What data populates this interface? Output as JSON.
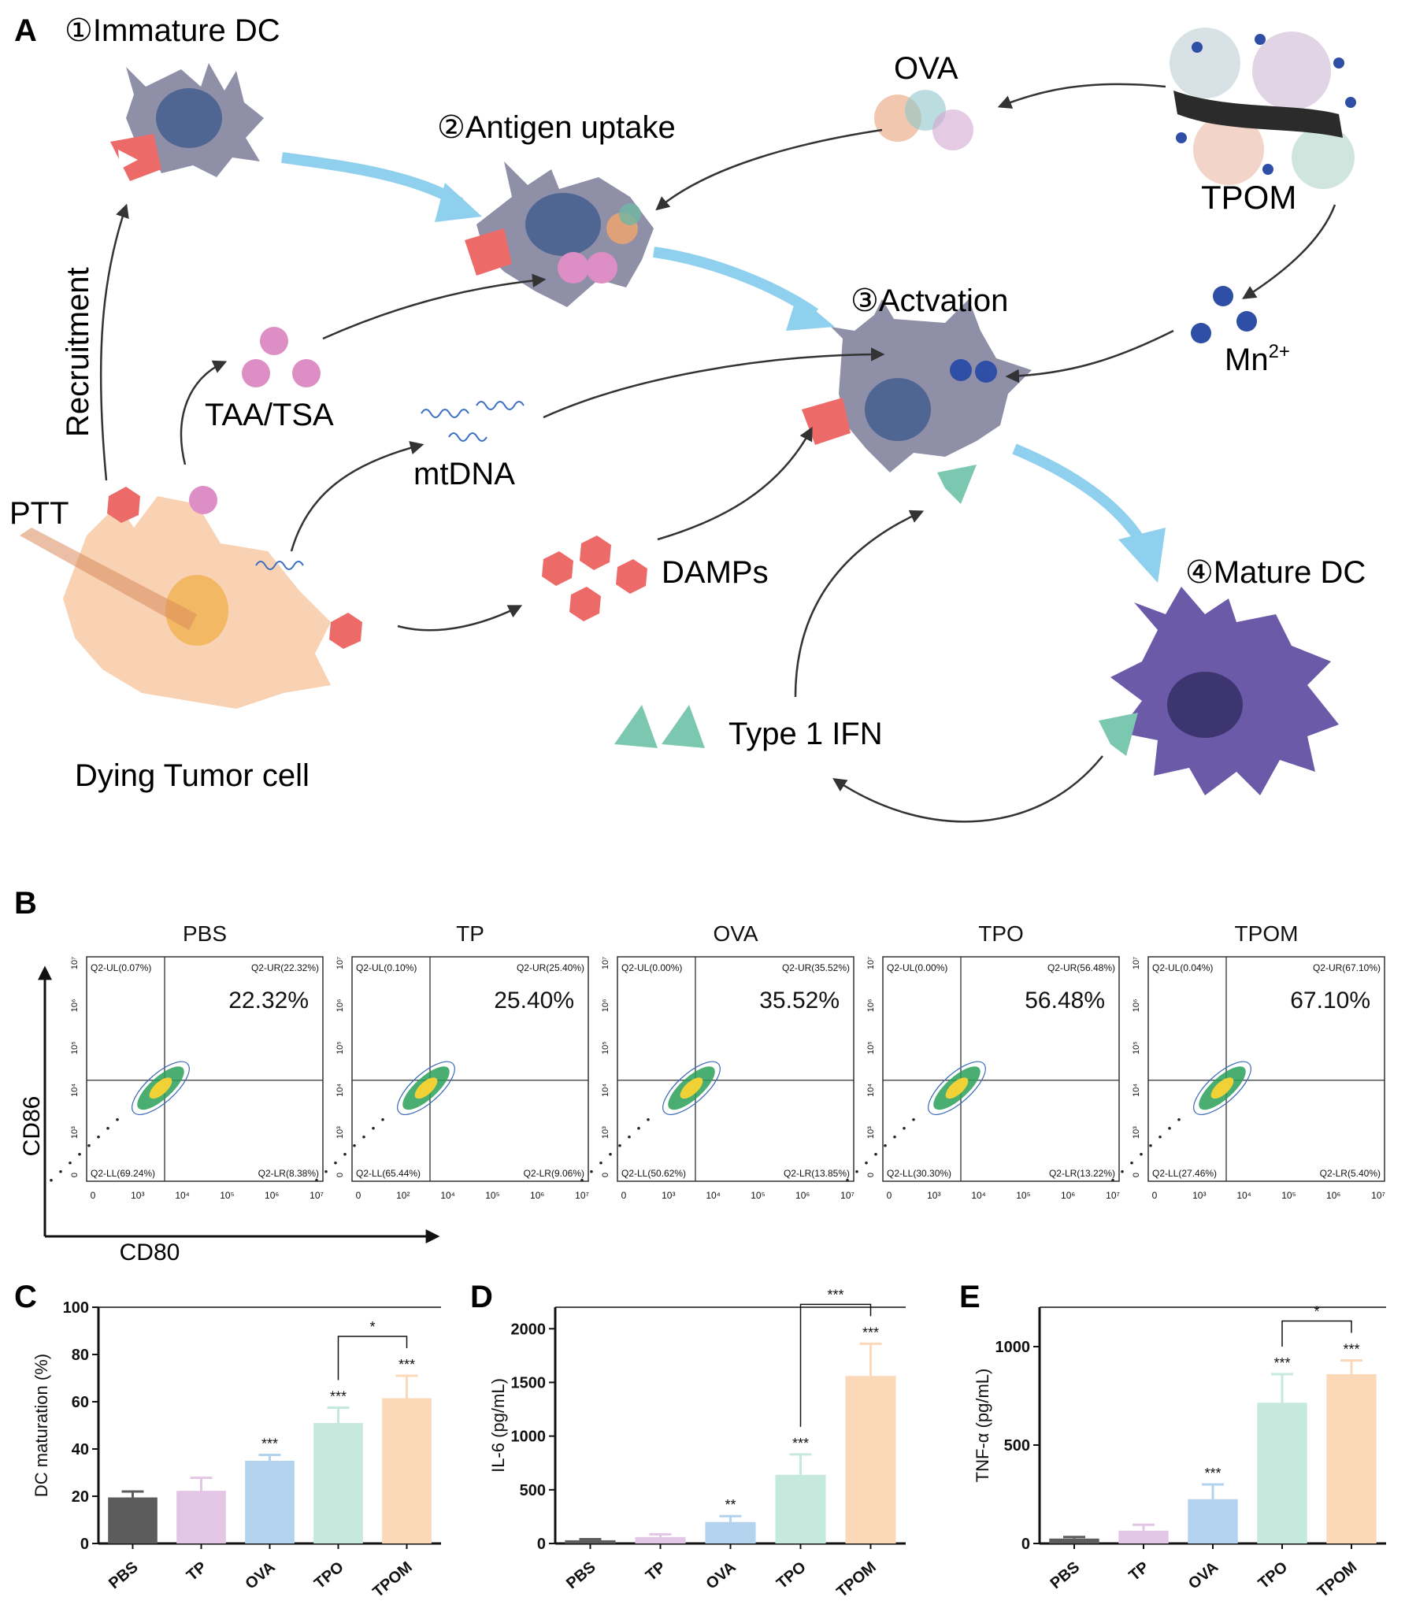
{
  "panels": {
    "a": "A",
    "b": "B",
    "c": "C",
    "d": "D",
    "e": "E"
  },
  "schematic": {
    "immature_dc": "①Immature DC",
    "antigen_uptake": "②Antigen uptake",
    "activation": "③Actvation",
    "mature_dc": "④Mature DC",
    "ova": "OVA",
    "tpom": "TPOM",
    "mn_base": "Mn",
    "mn_sup": "2+",
    "taa_tsa": "TAA/TSA",
    "mtdna": "mtDNA",
    "damps": "DAMPs",
    "type1_ifn": "Type 1 IFN",
    "ptt": "PTT",
    "dying_tumor": "Dying Tumor cell",
    "recruitment": "Recruitment",
    "colors": {
      "arrow_blue": "#8fd0ee",
      "dc_grey": "#8f8fa8",
      "mature_purple": "#6a5aa8",
      "tumor_peach": "#f9d2b3",
      "damp_red": "#ec6a68",
      "taa_pink": "#dc8ec5",
      "mn_blue": "#2f4fa6",
      "ifn_teal": "#7cc7b0"
    }
  },
  "flow": {
    "y_axis": "CD86",
    "x_axis": "CD80",
    "plots": [
      {
        "title": "PBS",
        "ul": "Q2-UL(0.07%)",
        "ur": "Q2-UR(22.32%)",
        "ll": "Q2-LL(69.24%)",
        "lr": "Q2-LR(8.38%)",
        "big": "22.32%",
        "xticks": [
          "0",
          "10³",
          "10⁴",
          "10⁵",
          "10⁶",
          "10⁷"
        ]
      },
      {
        "title": "TP",
        "ul": "Q2-UL(0.10%)",
        "ur": "Q2-UR(25.40%)",
        "ll": "Q2-LL(65.44%)",
        "lr": "Q2-LR(9.06%)",
        "big": "25.40%",
        "xticks": [
          "0",
          "10²",
          "10⁴",
          "10⁵",
          "10⁶",
          "10⁷"
        ]
      },
      {
        "title": "OVA",
        "ul": "Q2-UL(0.00%)",
        "ur": "Q2-UR(35.52%)",
        "ll": "Q2-LL(50.62%)",
        "lr": "Q2-LR(13.85%)",
        "big": "35.52%",
        "xticks": [
          "0",
          "10³",
          "10⁴",
          "10⁵",
          "10⁶",
          "10⁷"
        ]
      },
      {
        "title": "TPO",
        "ul": "Q2-UL(0.00%)",
        "ur": "Q2-UR(56.48%)",
        "ll": "Q2-LL(30.30%)",
        "lr": "Q2-LR(13.22%)",
        "big": "56.48%",
        "xticks": [
          "0",
          "10³",
          "10⁴",
          "10⁵",
          "10⁶",
          "10⁷"
        ]
      },
      {
        "title": "TPOM",
        "ul": "Q2-UL(0.04%)",
        "ur": "Q2-UR(67.10%)",
        "ll": "Q2-LL(27.46%)",
        "lr": "Q2-LR(5.40%)",
        "big": "67.10%",
        "xticks": [
          "0",
          "10³",
          "10⁴",
          "10⁵",
          "10⁶",
          "10⁷"
        ]
      }
    ],
    "yticks": [
      "0",
      "10³",
      "10⁴",
      "10⁵",
      "10⁶",
      "10⁷"
    ]
  },
  "chart_data": [
    {
      "type": "bar",
      "ylabel": "DC maturation (%)",
      "categories": [
        "PBS",
        "TP",
        "OVA",
        "TPO",
        "TPOM"
      ],
      "values": [
        19.5,
        22.3,
        35.0,
        51.0,
        61.5
      ],
      "errors": [
        2.5,
        5.5,
        2.5,
        6.5,
        9.5
      ],
      "ylim": [
        0,
        100
      ],
      "yticks": [
        "0",
        "20",
        "40",
        "60",
        "80",
        "100"
      ],
      "ytick_values": [
        0,
        20,
        40,
        60,
        80,
        100
      ],
      "significance": [
        "",
        "",
        "***",
        "***",
        "***"
      ],
      "bracket": {
        "from": "TPO",
        "to": "TPOM",
        "label": "*"
      },
      "colors": [
        "#5c5c5c",
        "#e3c6e6",
        "#b2d2ee",
        "#c6e9de",
        "#fbd9b8"
      ]
    },
    {
      "type": "bar",
      "ylabel": "IL-6 (pg/mL)",
      "categories": [
        "PBS",
        "TP",
        "OVA",
        "TPO",
        "TPOM"
      ],
      "values": [
        30,
        60,
        200,
        640,
        1560
      ],
      "errors": [
        10,
        25,
        55,
        190,
        300
      ],
      "ylim": [
        0,
        2200
      ],
      "yticks": [
        "0",
        "500",
        "1000",
        "1500",
        "2000"
      ],
      "ytick_values": [
        0,
        500,
        1000,
        1500,
        2000
      ],
      "significance": [
        "",
        "",
        "**",
        "***",
        "***"
      ],
      "bracket": {
        "from": "TPO",
        "to": "TPOM",
        "label": "***"
      },
      "colors": [
        "#5c5c5c",
        "#e3c6e6",
        "#b2d2ee",
        "#c6e9de",
        "#fbd9b8"
      ]
    },
    {
      "type": "bar",
      "ylabel": "TNF-α (pg/mL)",
      "categories": [
        "PBS",
        "TP",
        "OVA",
        "TPO",
        "TPOM"
      ],
      "values": [
        25,
        65,
        225,
        715,
        860
      ],
      "errors": [
        8,
        30,
        75,
        145,
        70
      ],
      "ylim": [
        0,
        1200
      ],
      "yticks": [
        "0",
        "500",
        "1000"
      ],
      "ytick_values": [
        0,
        500,
        1000
      ],
      "significance": [
        "",
        "",
        "***",
        "***",
        "***"
      ],
      "bracket": {
        "from": "TPO",
        "to": "TPOM",
        "label": "*"
      },
      "colors": [
        "#5c5c5c",
        "#e3c6e6",
        "#b2d2ee",
        "#c6e9de",
        "#fbd9b8"
      ]
    }
  ]
}
